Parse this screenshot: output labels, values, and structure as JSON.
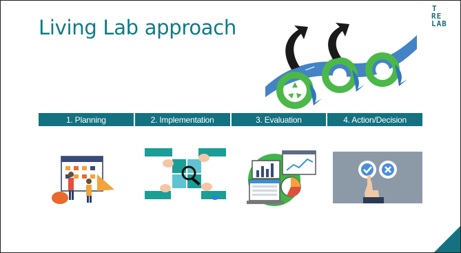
{
  "slide": {
    "title": "Living Lab approach",
    "logo": [
      "T",
      "RE",
      "LAB"
    ],
    "steps": [
      {
        "label": "1. Planning",
        "icon": "calendar-planning-illustration"
      },
      {
        "label": "2. Implementation",
        "icon": "puzzle-hands-illustration"
      },
      {
        "label": "3. Evaluation",
        "icon": "analytics-charts-illustration"
      },
      {
        "label": "4. Action/Decision",
        "icon": "check-cross-decision-illustration"
      }
    ],
    "colors": {
      "accent": "#137180",
      "title": "#0f7a87",
      "green": "#4cb848",
      "blue": "#2f75c0"
    }
  }
}
